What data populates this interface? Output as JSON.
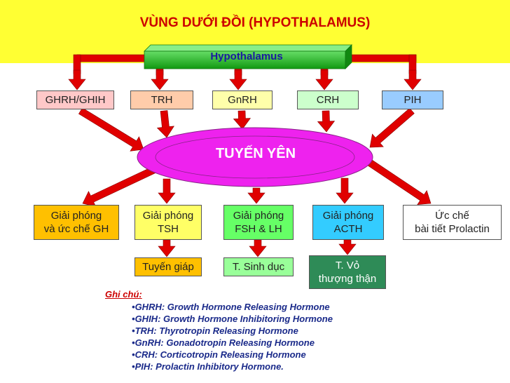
{
  "title": "VÙNG DƯỚI ĐỒI (HYPOTHALAMUS)",
  "hypothalamus_label": "Hypothalamus",
  "center_label": "TUYẾN YÊN",
  "releasing": [
    {
      "label": "GHRH/GHIH",
      "color": "#ffc8c8"
    },
    {
      "label": "TRH",
      "color": "#ffccaa"
    },
    {
      "label": "GnRH",
      "color": "#ffffaa"
    },
    {
      "label": "CRH",
      "color": "#ccffcc"
    },
    {
      "label": "PIH",
      "color": "#99ccff"
    }
  ],
  "effects": [
    {
      "label": "Giải phóng\nvà ức chế GH",
      "color": "#ffc000"
    },
    {
      "label": "Giải phóng\nTSH",
      "color": "#ffff66"
    },
    {
      "label": "Giải phóng\nFSH & LH",
      "color": "#66ff66"
    },
    {
      "label": "Giải phóng\nACTH",
      "color": "#33ccff"
    },
    {
      "label": "Ức chế\nbài tiết Prolactin",
      "color": "#ffffff"
    }
  ],
  "targets": [
    {
      "label": "Tuyến giáp",
      "color": "#ffc000"
    },
    {
      "label": "T. Sinh dục",
      "color": "#99ff99"
    },
    {
      "label": "T. Vỏ\nthượng thận",
      "color": "#2e8b57"
    }
  ],
  "notes_title": "Ghi chú:",
  "notes": [
    "GHRH: Growth Hormone Releasing Hormone",
    "GHIH: Growth Hormone Inhibitoring Hormone",
    "TRH: Thyrotropin Releasing Hormone",
    "GnRH: Gonadotropin Releasing Hormone",
    "CRH: Corticotropin Releasing Hormone",
    "PIH: Prolactin Inhibitory Hormone."
  ],
  "colors": {
    "header_bg": "#ffff33",
    "title": "#cc0000",
    "arrow": "#e00000",
    "hypothalamus_bar": "#22bb22",
    "center_ellipse": "#ee22ee"
  }
}
